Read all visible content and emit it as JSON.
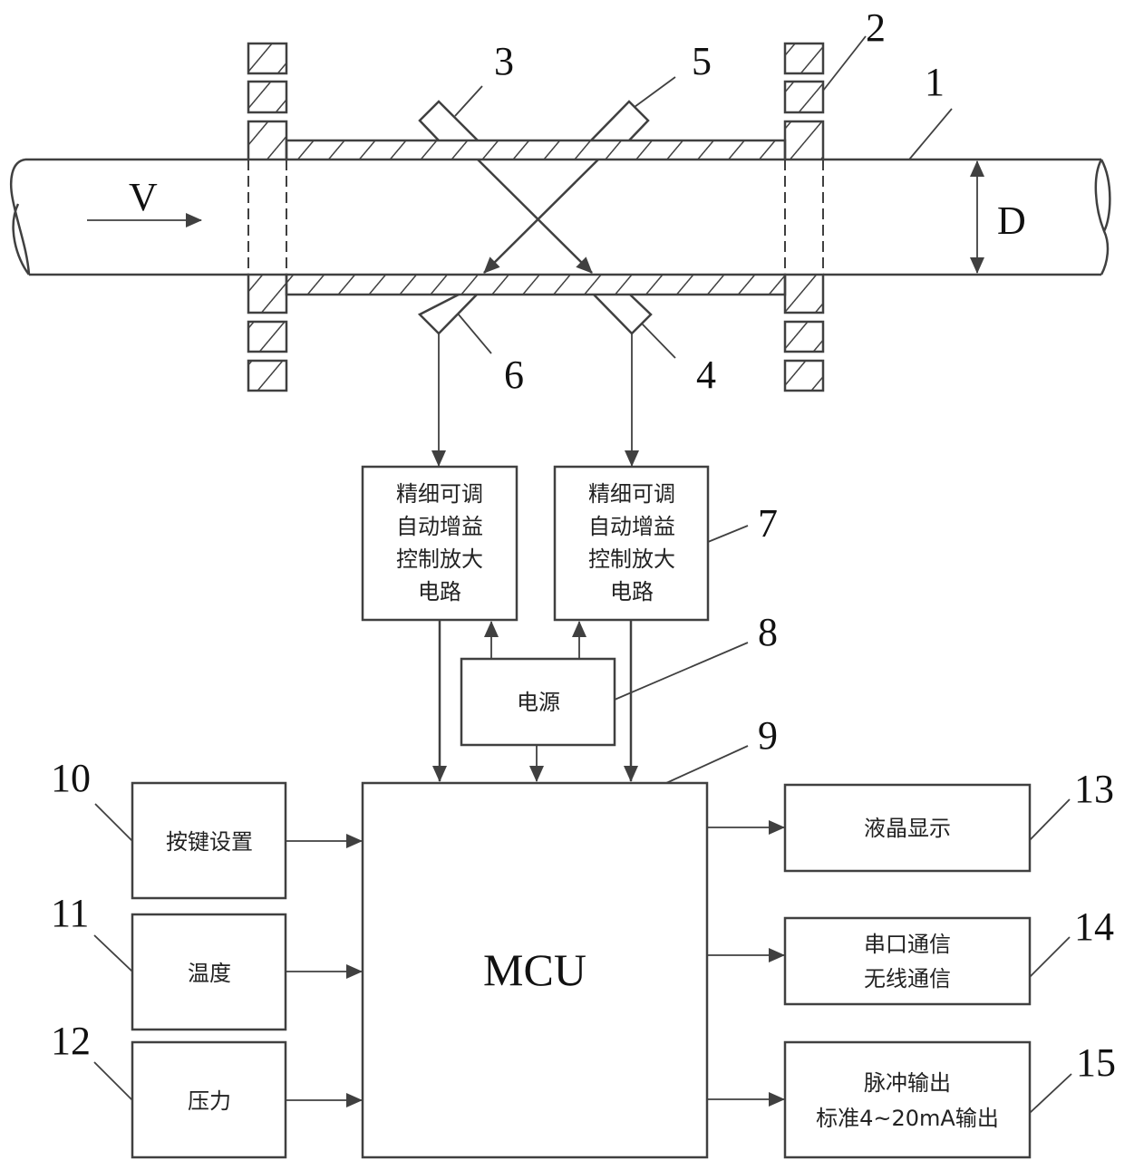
{
  "figure": {
    "symbols": {
      "velocity": "V",
      "diameter": "D"
    },
    "reference_numerals": {
      "pipe": "1",
      "flange": "2",
      "transducer_upstream_top": "3",
      "transducer_downstream_bottom": "4",
      "transducer_downstream_top": "5",
      "transducer_upstream_bottom": "6",
      "amplifier": "7",
      "power_supply": "8",
      "mcu": "9",
      "keypad": "10",
      "temperature": "11",
      "pressure": "12",
      "lcd": "13",
      "communication": "14",
      "output": "15"
    },
    "blocks": {
      "amplifier_left": [
        "精细可调",
        "自动增益",
        "控制放大",
        "电路"
      ],
      "amplifier_right": [
        "精细可调",
        "自动增益",
        "控制放大",
        "电路"
      ],
      "power_supply": "电源",
      "mcu": "MCU",
      "keypad": "按键设置",
      "temperature": "温度",
      "pressure": "压力",
      "lcd": "液晶显示",
      "communication": [
        "串口通信",
        "无线通信"
      ],
      "output": [
        "脉冲输出",
        "标准4~20mA输出"
      ]
    },
    "colors": {
      "line": "#404040",
      "text": "#111111",
      "background": "#ffffff"
    }
  }
}
